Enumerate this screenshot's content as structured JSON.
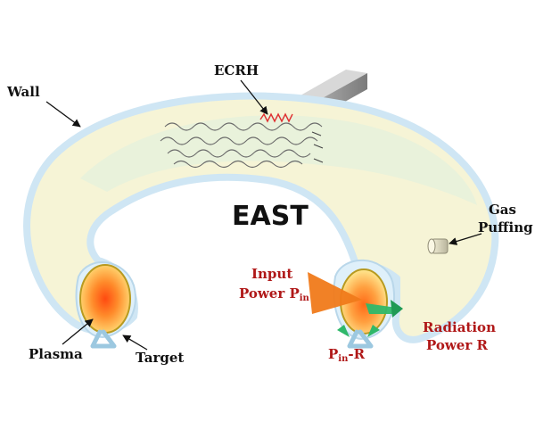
{
  "diagram": {
    "title": "EAST",
    "labels": {
      "ecrh": "ECRH",
      "wall": "Wall",
      "gas_line1": "Gas",
      "gas_line2": "Puffing",
      "input_line1": "Input",
      "input_line2": "Power P",
      "input_sub": "in",
      "radiation_line1": "Radiation",
      "radiation_line2": "Power R",
      "pinr_main": "P",
      "pinr_sub": "in",
      "pinr_suffix": "-R",
      "plasma": "Plasma",
      "target": "Target"
    },
    "colors": {
      "torus_fill": "#f6f4d6",
      "torus_edge": "#cfe6f4",
      "plasma_core": "#ff5a1a",
      "plasma_edge": "#ffe07a",
      "input_arrow": "#f07a1a",
      "radiation_arrow": "#2fb86a",
      "red_text": "#b01818"
    }
  }
}
